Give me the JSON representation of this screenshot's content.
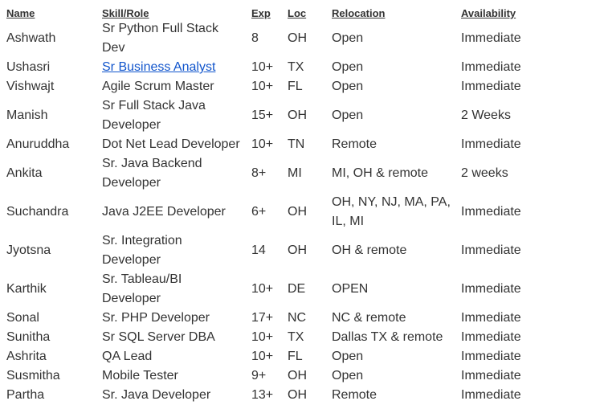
{
  "headers": [
    "Name",
    "Skill/Role",
    "Exp",
    "Loc",
    "Relocation",
    "Availability"
  ],
  "link_color": "#1155cc",
  "rows": [
    {
      "name": "Ashwath",
      "skill": "Sr Python Full Stack Dev",
      "exp": "8",
      "loc": "OH",
      "relocation": "Open",
      "availability": "Immediate"
    },
    {
      "name": "Ushasri",
      "skill": "Sr Business Analyst",
      "skill_is_link": true,
      "exp": "10+",
      "loc": "TX",
      "relocation": "Open",
      "availability": "Immediate"
    },
    {
      "name": "Vishwajt",
      "skill": "Agile Scrum Master",
      "exp": "10+",
      "loc": "FL",
      "relocation": "Open",
      "availability": "Immediate"
    },
    {
      "name": "Manish",
      "skill_line1": "Sr Full Stack Java",
      "skill_line2": "Developer",
      "exp": "15+",
      "loc": "OH",
      "relocation": "Open",
      "availability": "2 Weeks"
    },
    {
      "name": "Anuruddha",
      "skill": "Dot Net Lead Developer",
      "exp": "10+",
      "loc": "TN",
      "relocation": "Remote",
      "availability": "Immediate"
    },
    {
      "name": "Ankita",
      "skill_line1": "Sr. Java Backend",
      "skill_line2": "Developer",
      "exp": "8+",
      "loc": "MI",
      "relocation": "MI, OH & remote",
      "availability": "2 weeks"
    },
    {
      "name": "Suchandra",
      "skill": "Java J2EE Developer",
      "exp": "6+",
      "loc": "OH",
      "relocation_line1": "OH, NY, NJ, MA, PA,",
      "relocation_line2": "IL, MI",
      "availability": "Immediate"
    },
    {
      "name": "Jyotsna",
      "skill": "Sr. Integration Developer",
      "exp": "14",
      "loc": "OH",
      "relocation": "OH & remote",
      "availability": "Immediate"
    },
    {
      "name": "Karthik",
      "skill": "Sr. Tableau/BI Developer",
      "exp": "10+",
      "loc": "DE",
      "relocation": "OPEN",
      "availability": "Immediate"
    },
    {
      "name": "Sonal",
      "skill": "Sr. PHP Developer",
      "exp": "17+",
      "loc": "NC",
      "relocation": "NC & remote",
      "availability": "Immediate"
    },
    {
      "name": "Sunitha",
      "skill": "Sr SQL Server DBA",
      "exp": "10+",
      "loc": "TX",
      "relocation": "Dallas TX & remote",
      "availability": "Immediate"
    },
    {
      "name": "Ashrita",
      "skill": "QA Lead",
      "exp": "10+",
      "loc": "FL",
      "relocation": "Open",
      "availability": "Immediate"
    },
    {
      "name": "Susmitha",
      "skill": "Mobile Tester",
      "exp": "9+",
      "loc": "OH",
      "relocation": "Open",
      "availability": "Immediate"
    },
    {
      "name": "Partha",
      "skill": "Sr. Java Developer",
      "exp": "13+",
      "loc": "OH",
      "relocation": "Remote",
      "availability": "Immediate"
    }
  ]
}
